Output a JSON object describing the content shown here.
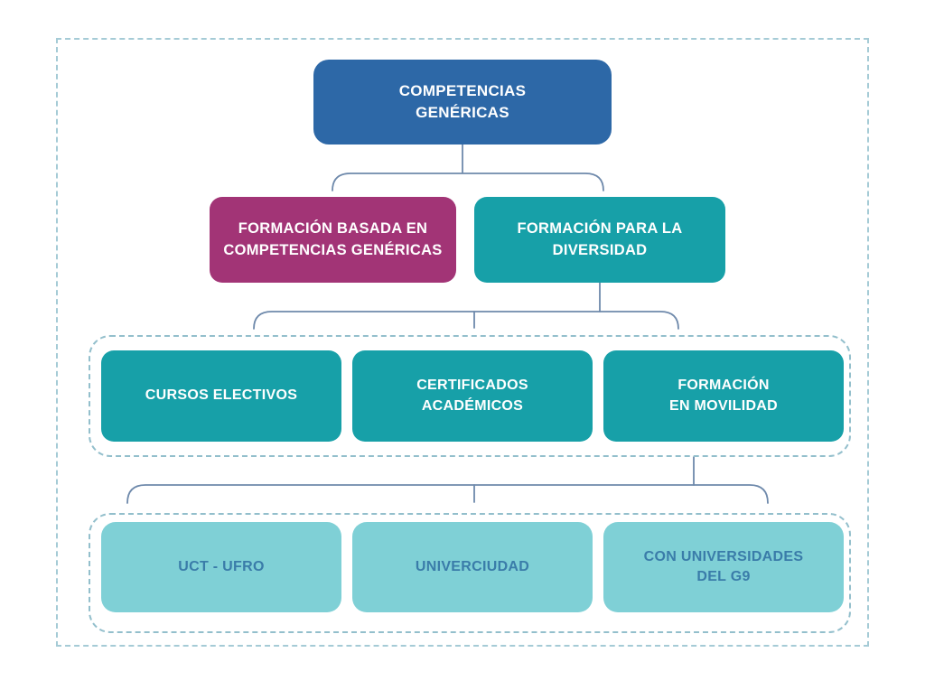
{
  "colors": {
    "root_fill": "#2d68a7",
    "accent_magenta": "#a23476",
    "accent_teal": "#17a0a8",
    "accent_teal_light": "#7fd0d6",
    "teal_light_text": "#3a7ca9",
    "node_text": "#ffffff",
    "connector": "#6e89ab",
    "dash_outer": "#a5cbd6",
    "dash_group": "#93bfcc",
    "background": "#ffffff"
  },
  "nodes": {
    "root": {
      "label": "COMPETENCIAS\nGENÉRICAS"
    },
    "level2": [
      {
        "label": "FORMACIÓN BASADA EN\nCOMPETENCIAS GENÉRICAS"
      },
      {
        "label": "FORMACIÓN PARA LA\nDIVERSIDAD"
      }
    ],
    "level3": [
      {
        "label": "CURSOS ELECTIVOS"
      },
      {
        "label": "CERTIFICADOS\nACADÉMICOS"
      },
      {
        "label": "FORMACIÓN\nEN MOVILIDAD"
      }
    ],
    "level4": [
      {
        "label": "UCT - UFRO"
      },
      {
        "label": "UNIVERCIUDAD"
      },
      {
        "label": "CON UNIVERSIDADES\nDEL G9"
      }
    ]
  }
}
